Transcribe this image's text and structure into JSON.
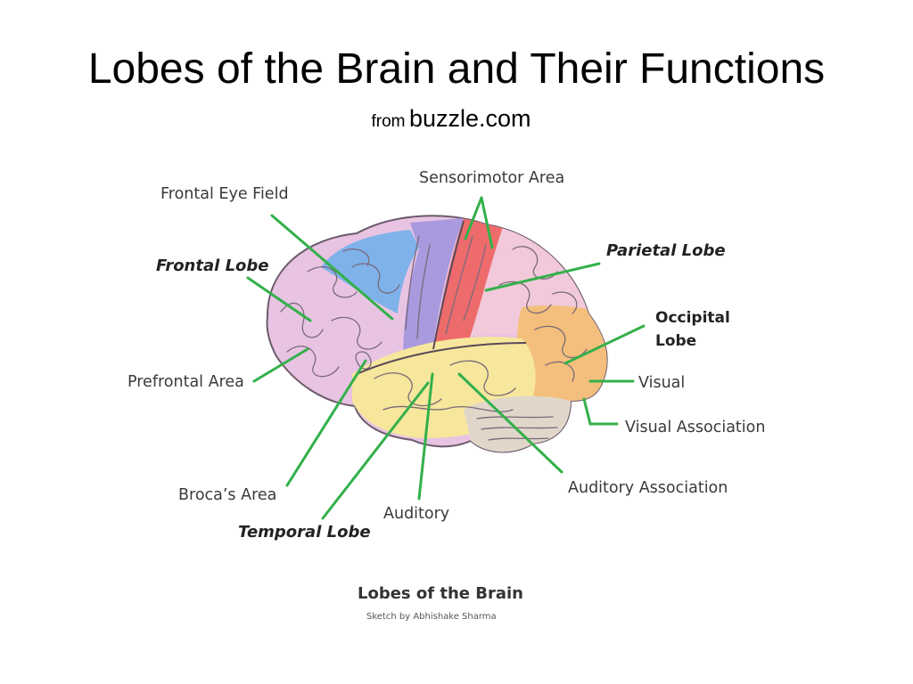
{
  "slide": {
    "title": "Lobes of the Brain and Their Functions",
    "subtitle_prefix": "from",
    "subtitle_source": "buzzle.com"
  },
  "diagram": {
    "labels": {
      "sensorimotor_area": "Sensorimotor Area",
      "frontal_eye_field": "Frontal Eye Field",
      "frontal_lobe": "Frontal Lobe",
      "parietal_lobe": "Parietal Lobe",
      "occipital_lobe_line1": "Occipital",
      "occipital_lobe_line2": "Lobe",
      "prefrontal_area": "Prefrontal Area",
      "visual": "Visual",
      "visual_association": "Visual Association",
      "brocas_area": "Broca’s Area",
      "auditory_association": "Auditory Association",
      "auditory": "Auditory",
      "temporal_lobe": "Temporal Lobe"
    },
    "caption_title": "Lobes of the Brain",
    "caption_credit": "Sketch by Abhishake Sharma",
    "colors": {
      "leader_lines": "#33b04a",
      "frontal_lobe": "#e8c4e2",
      "frontal_eye_field": "#7fb2ea",
      "motor_strip": "#a99ae0",
      "sensory_strip": "#ee6b6b",
      "parietal_lobe": "#f1c9da",
      "occipital_lobe": "#f4bf7c",
      "temporal_lobe": "#f6e79c",
      "cerebellum": "#e0d7ca"
    }
  }
}
